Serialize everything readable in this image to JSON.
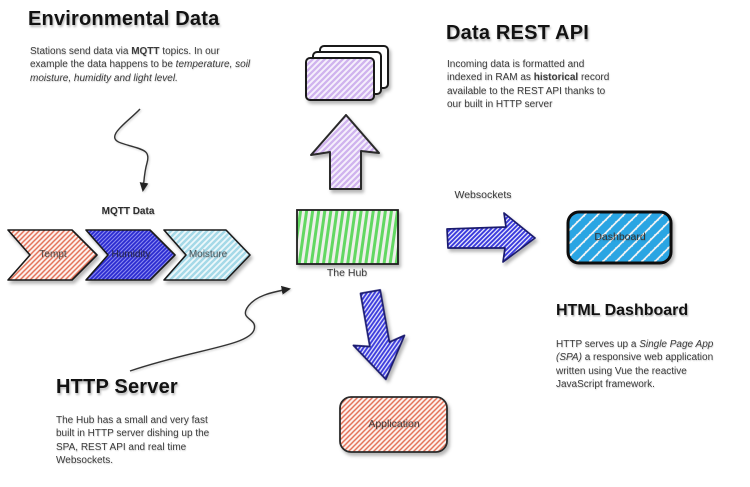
{
  "sections": {
    "environmental": {
      "title": "Environmental Data",
      "body_1": "Stations send data via ",
      "body_bold": "MQTT",
      "body_2": " topics. In our example the data happens to be ",
      "body_italic": "temperature, soil moisture, humidity and light level."
    },
    "rest_api": {
      "title": "Data REST API",
      "body_1": "Incoming data is formatted and indexed in RAM as ",
      "body_bold": "historical",
      "body_2": " record available to the REST API thanks to our built in HTTP server"
    },
    "html_dashboard": {
      "title": "HTML Dashboard",
      "body_1": "HTTP serves up a ",
      "body_italic": "Single Page App (SPA)",
      "body_2": " a responsive web application written using Vue the reactive JavaScript framework."
    },
    "http_server": {
      "title": "HTTP Server",
      "body": "The Hub has a small and very fast built in HTTP server dishing up the SPA, REST API and real time Websockets."
    }
  },
  "labels": {
    "mqtt_data": "MQTT Data",
    "websockets": "Websockets",
    "hub": "The Hub",
    "dashboard": "Dashboard",
    "application": "Application",
    "chevrons": [
      "Tempt",
      "Humidity",
      "Moisture"
    ]
  },
  "colors": {
    "salmon": "#e4735a",
    "deep_blue": "#2a2ad0",
    "cyan": "#a5d9e8",
    "purple": "#d0b3ee",
    "green": "#62d862",
    "dashboard_blue": "#2aa5e3",
    "ink": "#1a1a1a"
  }
}
